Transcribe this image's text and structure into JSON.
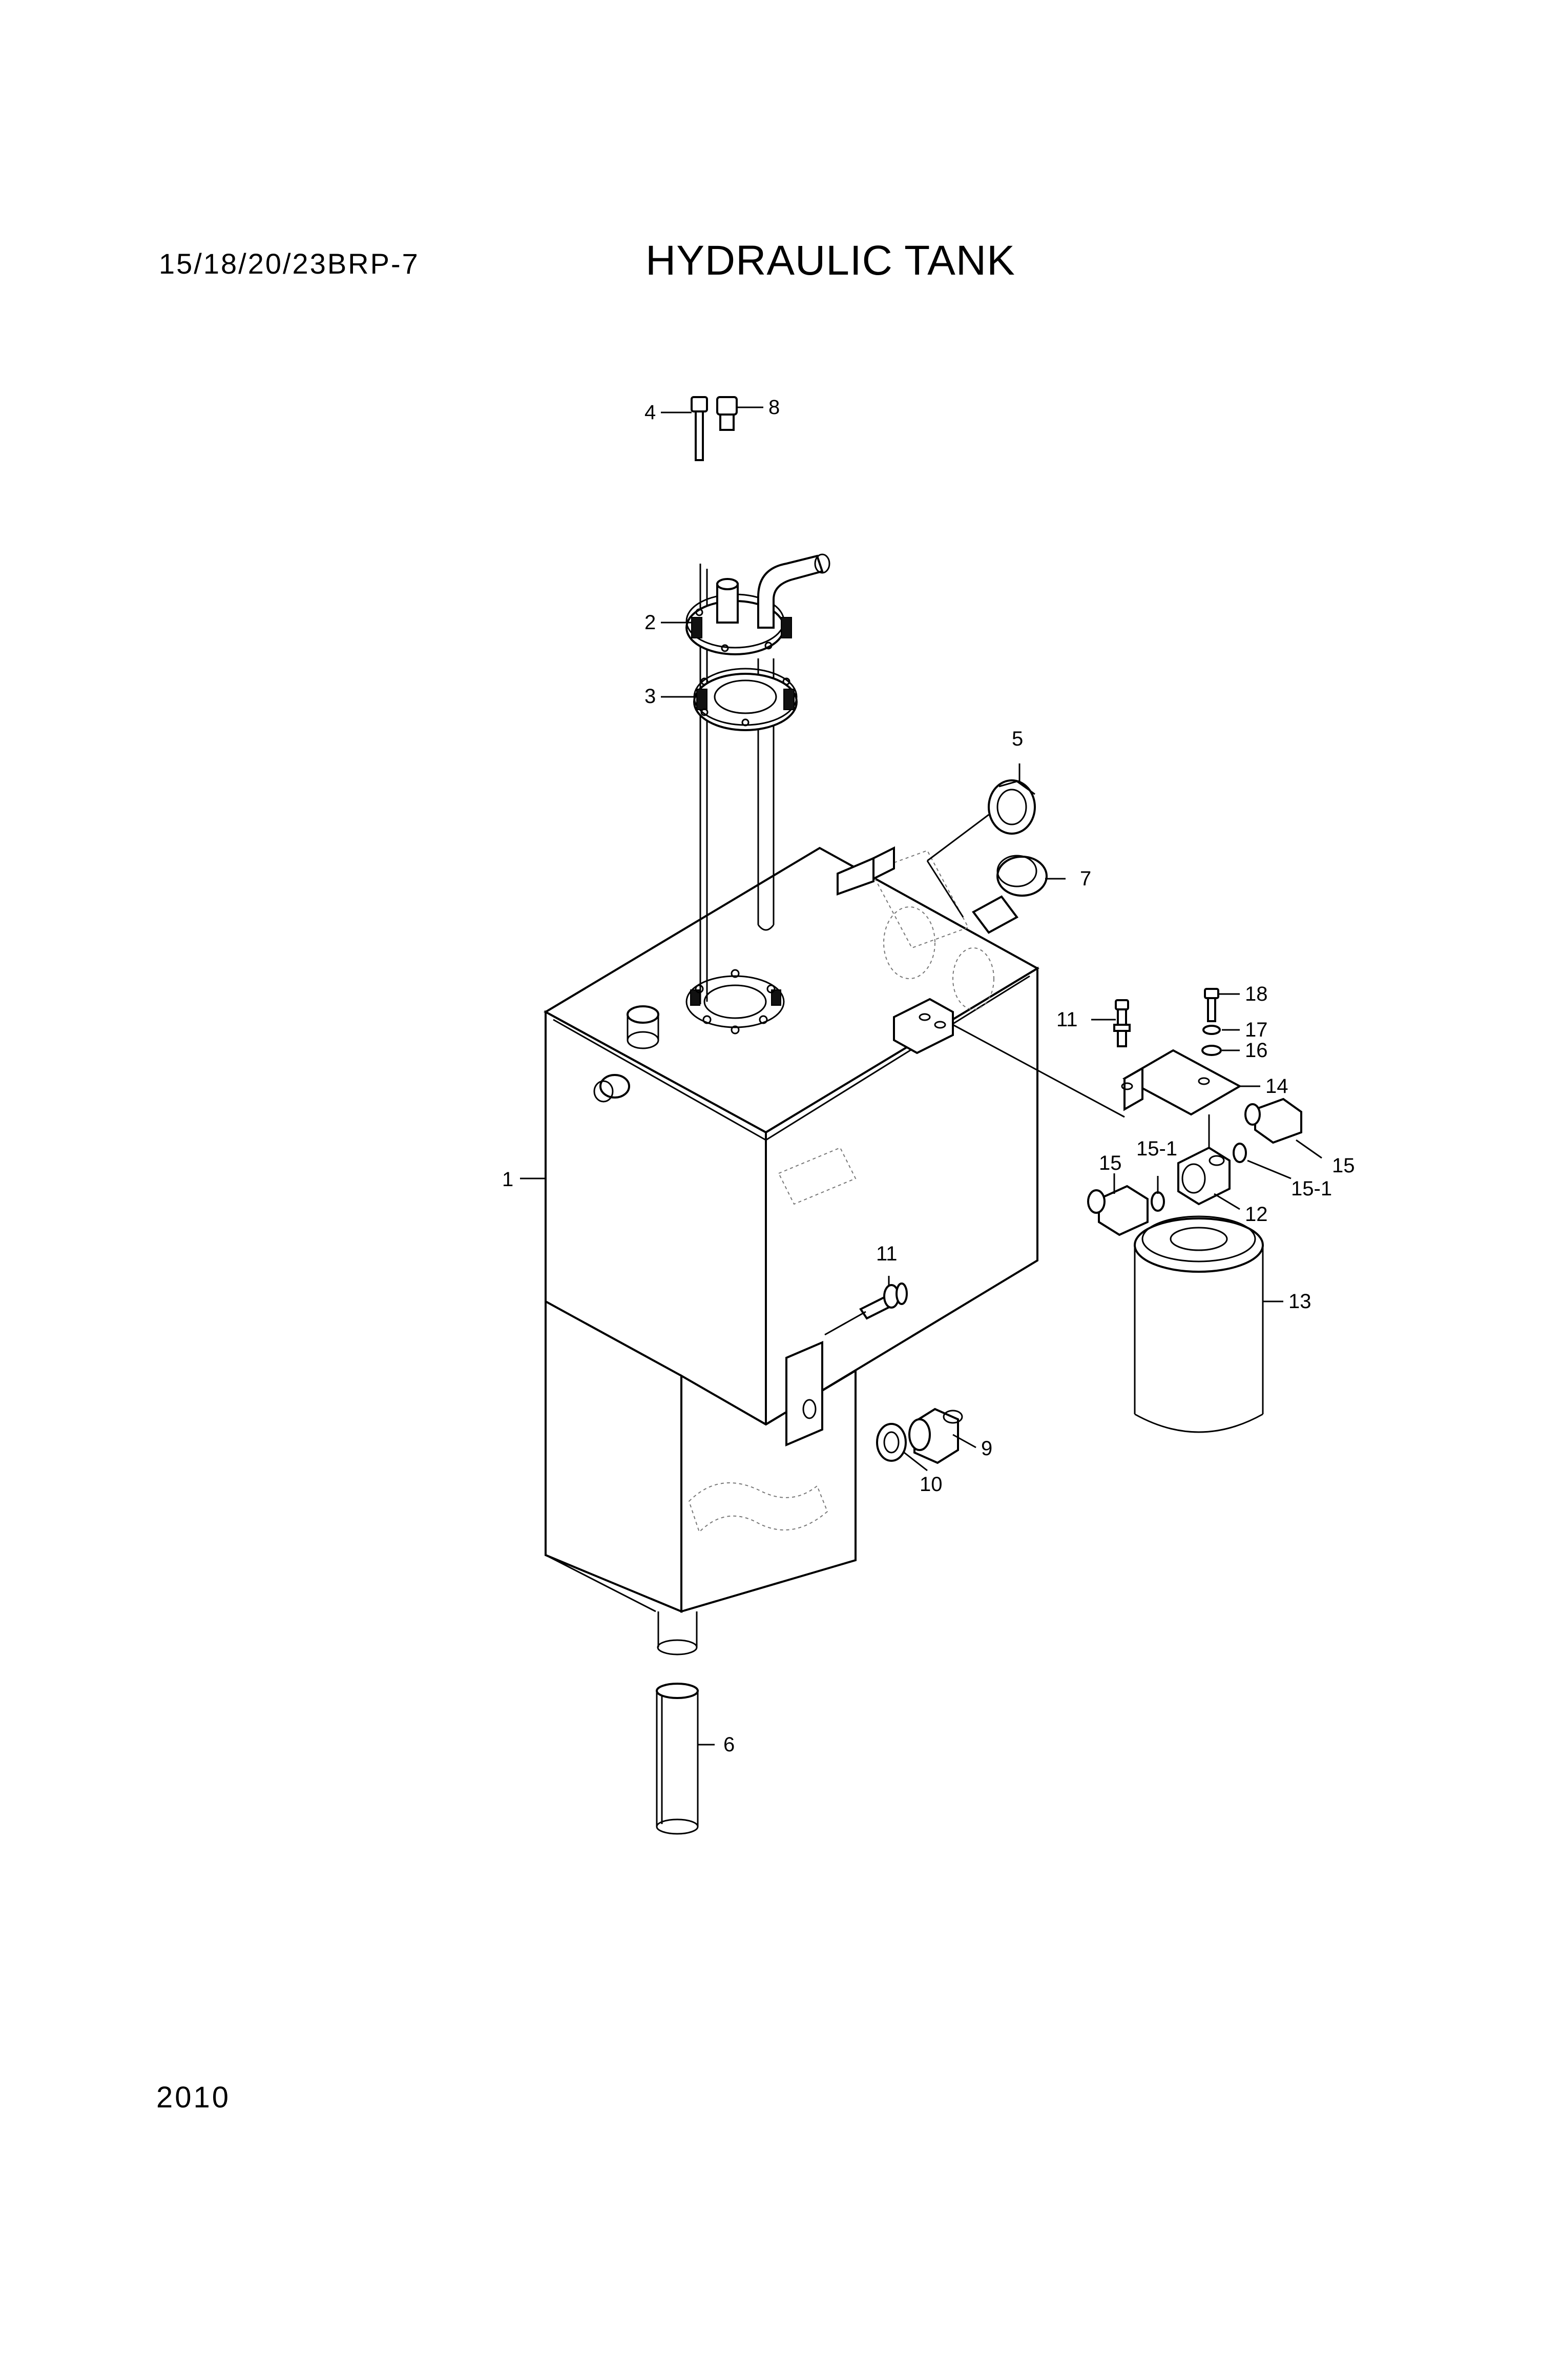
{
  "header": {
    "model": "15/18/20/23BRP-7",
    "title": "HYDRAULIC TANK"
  },
  "footer": {
    "page_number": "2010"
  },
  "callouts": {
    "c1": "1",
    "c2": "2",
    "c3": "3",
    "c4": "4",
    "c5": "5",
    "c6": "6",
    "c7": "7",
    "c8": "8",
    "c9": "9",
    "c10": "10",
    "c11a": "11",
    "c11b": "11",
    "c12": "12",
    "c13": "13",
    "c14": "14",
    "c15a": "15",
    "c15b": "15",
    "c151a": "15-1",
    "c151b": "15-1",
    "c16": "16",
    "c17": "17",
    "c18": "18"
  }
}
